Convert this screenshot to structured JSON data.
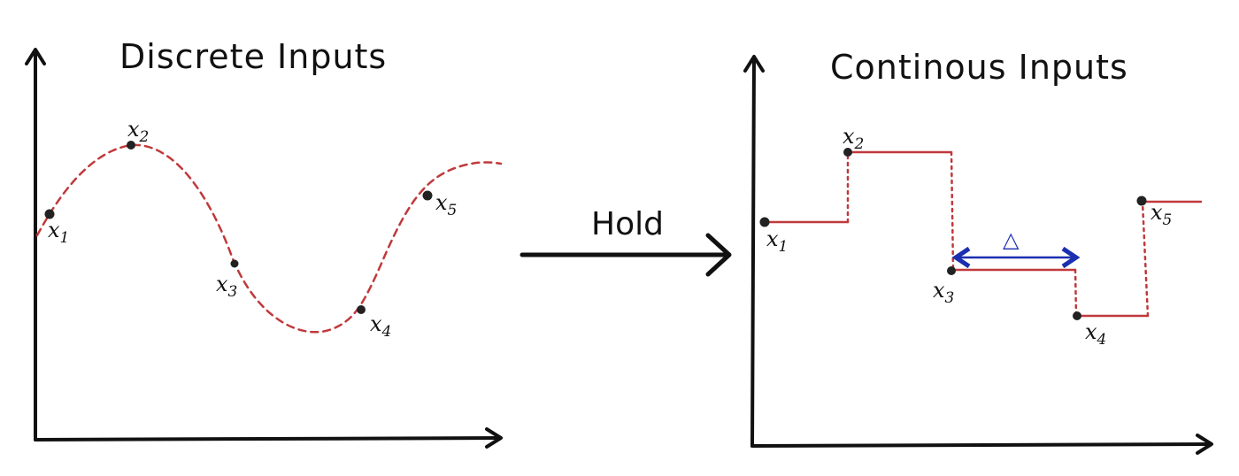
{
  "left_panel": {
    "title": "Discrete Inputs",
    "points": [
      {
        "var": "x",
        "sub": "1"
      },
      {
        "var": "x",
        "sub": "2"
      },
      {
        "var": "x",
        "sub": "3"
      },
      {
        "var": "x",
        "sub": "4"
      },
      {
        "var": "x",
        "sub": "5"
      }
    ]
  },
  "right_panel": {
    "title": "Continous Inputs",
    "points": [
      {
        "var": "x",
        "sub": "1"
      },
      {
        "var": "x",
        "sub": "2"
      },
      {
        "var": "x",
        "sub": "3"
      },
      {
        "var": "x",
        "sub": "4"
      },
      {
        "var": "x",
        "sub": "5"
      }
    ],
    "delta_label": "△"
  },
  "transition": {
    "label": "Hold"
  },
  "colors": {
    "curve": "#c0393b",
    "axis": "#111111",
    "delta": "#1b2fb0",
    "point": "#222222"
  }
}
